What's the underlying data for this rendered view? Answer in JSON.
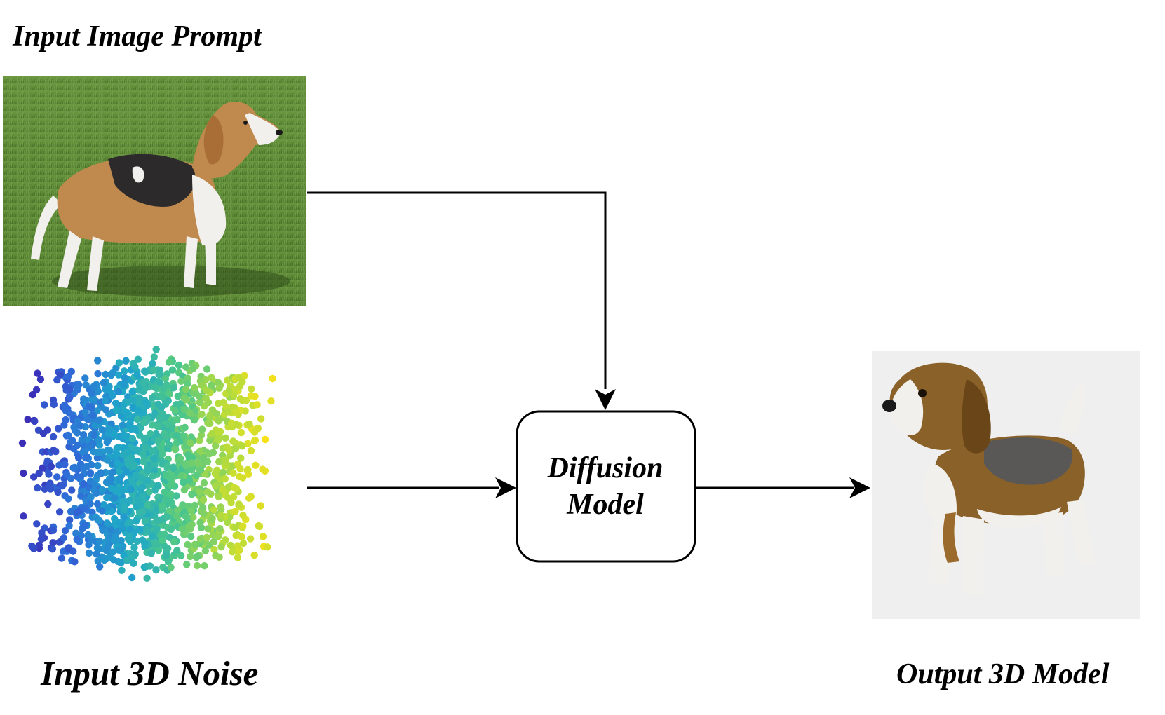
{
  "labels": {
    "input_image": "Input Image Prompt",
    "input_noise": "Input 3D Noise",
    "output_model": "Output 3D Model"
  },
  "diffusion_box": {
    "line1": "Diffusion",
    "line2": "Model"
  },
  "colors": {
    "stroke": "#000000",
    "grass_dark": "#4f7a2e",
    "grass_light": "#7fa552",
    "dog_tan": "#c08a4e",
    "dog_black": "#2d2a2b",
    "dog_white": "#f2f0ec",
    "viridis_low": "#3b2fb8",
    "viridis_mid": "#1fa6c9",
    "viridis_high": "#f7e21a"
  },
  "icons": [
    "dog-photo",
    "3d-dog-render",
    "point-cloud"
  ]
}
